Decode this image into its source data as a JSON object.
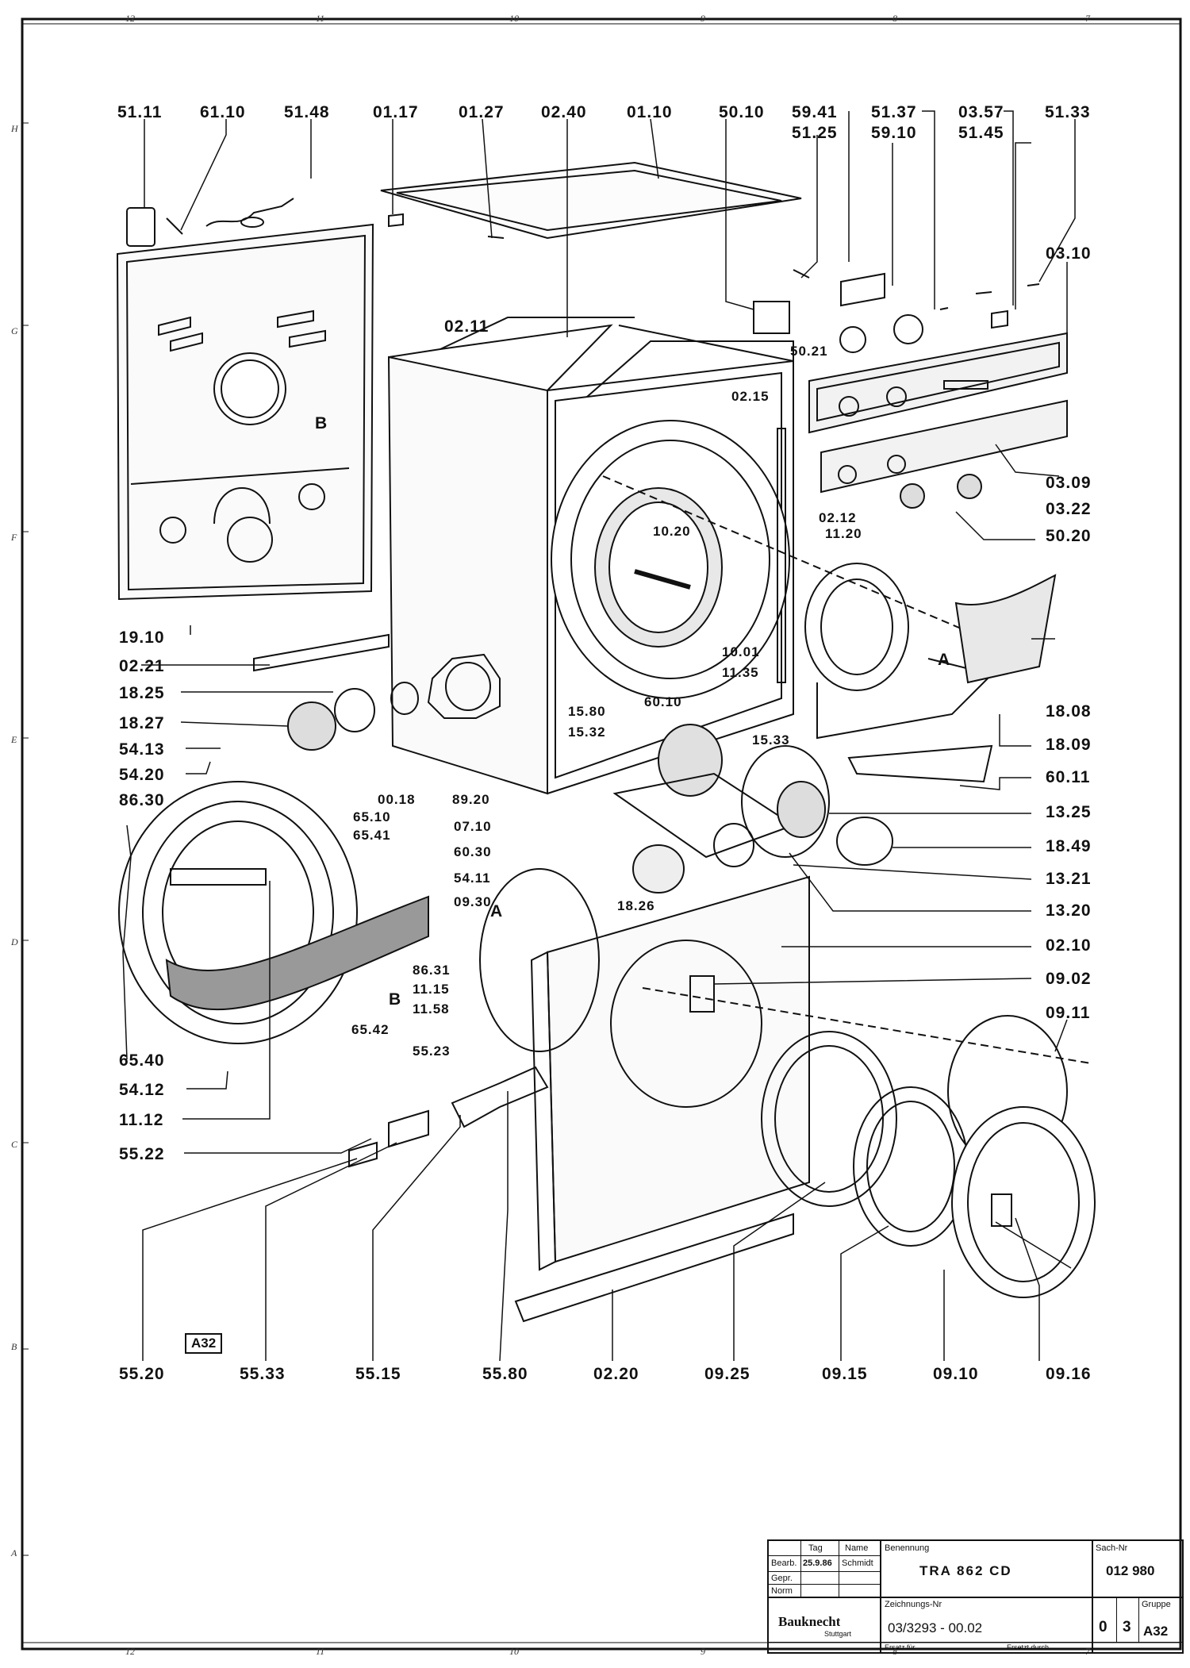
{
  "labels": {
    "top": [
      "51.11",
      "61.10",
      "51.48",
      "01.17",
      "01.27",
      "02.40",
      "01.10",
      "50.10",
      "59.41",
      "51.25",
      "51.37",
      "59.10",
      "03.57",
      "51.45",
      "51.33"
    ],
    "right": [
      "03.10",
      "02.15",
      "03.09",
      "03.22",
      "02.12",
      "11.20",
      "50.20",
      "18.08",
      "18.09",
      "60.11",
      "13.25",
      "18.49",
      "13.21",
      "13.20",
      "02.10",
      "09.02",
      "09.11"
    ],
    "left": [
      "19.10",
      "02.21",
      "18.25",
      "18.27",
      "54.13",
      "54.20",
      "86.30",
      "65.40",
      "54.12",
      "11.12",
      "55.22"
    ],
    "center": [
      "02.11",
      "B",
      "10.20",
      "10.01",
      "11.35",
      "A",
      "15.80",
      "15.32",
      "60.10",
      "15.33",
      "00.18",
      "89.20",
      "07.10",
      "60.30",
      "54.11",
      "09.30",
      "18.26",
      "65.10",
      "65.41",
      "86.31",
      "11.15",
      "B",
      "11.58",
      "65.42",
      "55.23",
      "A",
      "50.21"
    ],
    "bottom": [
      "55.20",
      "55.33",
      "55.15",
      "55.80",
      "02.20",
      "09.25",
      "09.15",
      "09.10",
      "09.16"
    ]
  },
  "tag": "A32",
  "ruler_top": [
    "12",
    "11",
    "10",
    "9",
    "8",
    "7"
  ],
  "ruler_bottom": [
    "12",
    "11",
    "10",
    "9",
    "8",
    "7"
  ],
  "ruler_left": [
    "H",
    "G",
    "F",
    "E",
    "D",
    "C",
    "B",
    "A"
  ],
  "title_block": {
    "col_tag": "Tag",
    "col_name": "Name",
    "bearb": "Bearb.",
    "date": "25.9.86",
    "signer": "Schmidt",
    "gepr": "Gepr.",
    "norm": "Norm",
    "benennung_label": "Benennung",
    "title": "TRA 862 CD",
    "sach_label": "Sach-Nr",
    "sach_nr": "012 980",
    "zeichnung_label": "Zeichnungs-Nr",
    "zeichnung_nr": "03/3293 - 00.02",
    "blatt": "0",
    "von": "3",
    "gruppe_label": "Gruppe",
    "gruppe": "A32",
    "company": "Bauknecht",
    "city": "Stuttgart",
    "ersatz_fuer": "Ersatz für",
    "ersetzt_durch": "Ersetzt durch"
  }
}
